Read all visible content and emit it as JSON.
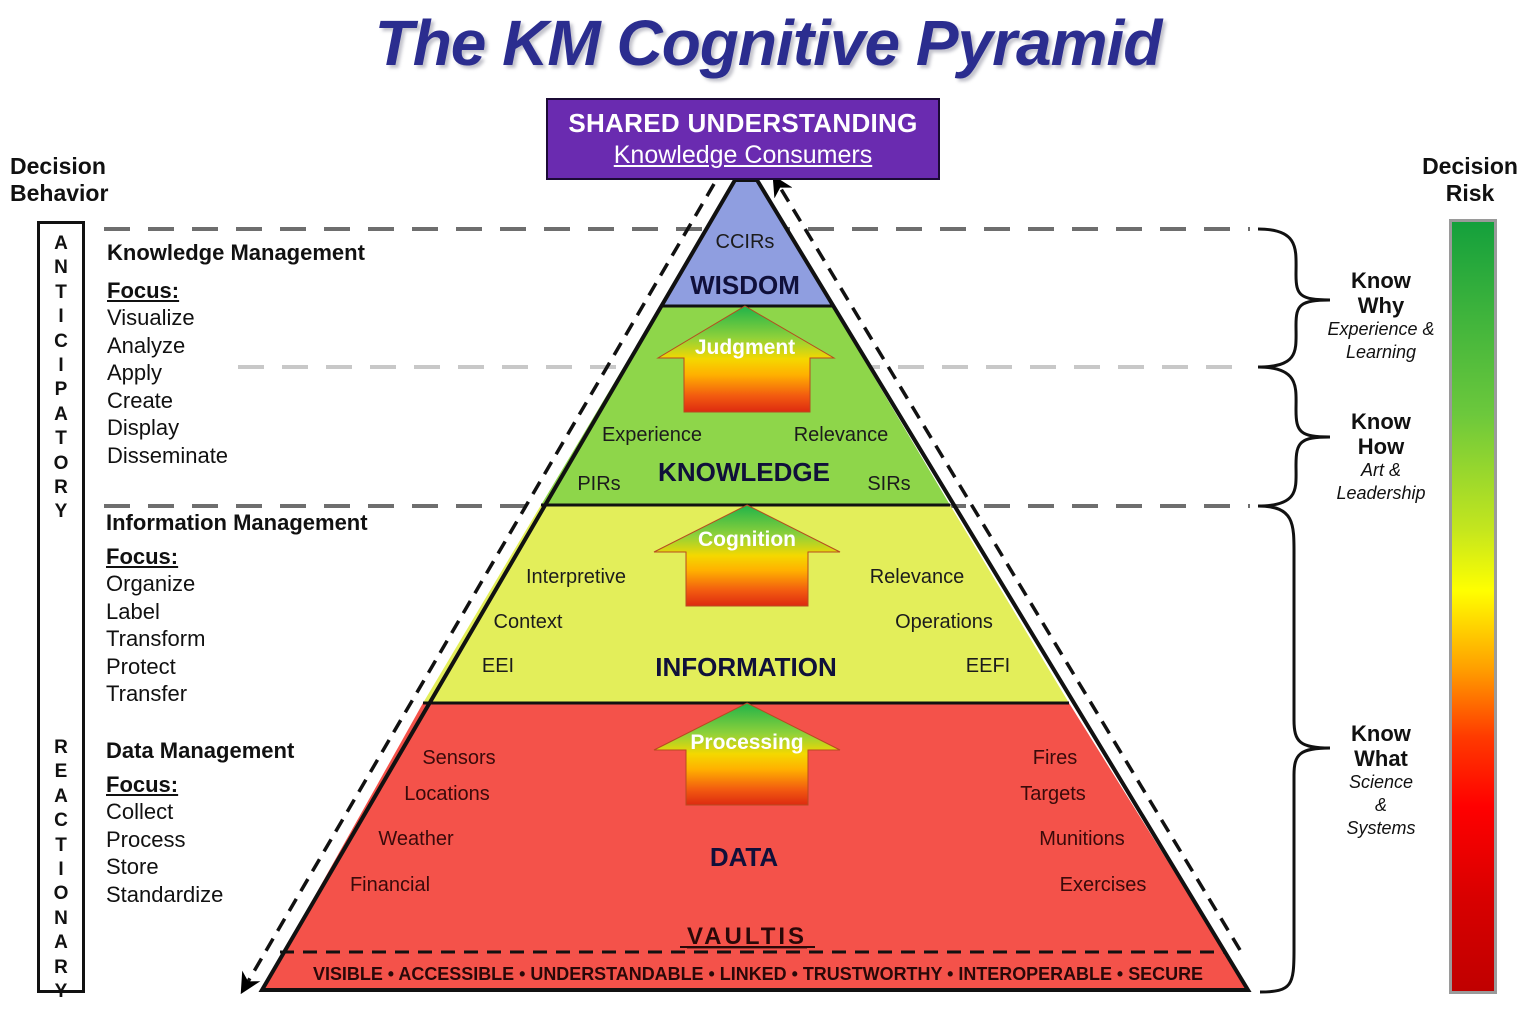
{
  "title": "The KM Cognitive Pyramid",
  "top_box": {
    "line1": "SHARED UNDERSTANDING",
    "line2": "Knowledge Consumers"
  },
  "left_header": {
    "line1": "Decision",
    "line2": "Behavior"
  },
  "right_header": {
    "line1": "Decision",
    "line2": "Risk"
  },
  "behavior_scale": {
    "top": "ANTICIPATORY",
    "bottom": "REACTIONARY"
  },
  "management_sections": [
    {
      "title": "Knowledge Management",
      "focus_label": "Focus:",
      "items": [
        "Visualize",
        "Analyze",
        "Apply",
        "Create",
        "Display",
        "Disseminate"
      ]
    },
    {
      "title": "Information Management",
      "focus_label": "Focus:",
      "items": [
        "Organize",
        "Label",
        "Transform",
        "Protect",
        "Transfer"
      ]
    },
    {
      "title": "Data Management",
      "focus_label": "Focus:",
      "items": [
        "Collect",
        "Process",
        "Store",
        "Standardize"
      ]
    }
  ],
  "pyramid": {
    "layers": [
      {
        "name": "WISDOM",
        "color": "#8f9ee0",
        "labels": [
          "CCIRs"
        ]
      },
      {
        "name": "KNOWLEDGE",
        "color": "#8ed64a",
        "arrow": "Judgment",
        "labels": [
          "Experience",
          "Relevance",
          "PIRs",
          "SIRs"
        ]
      },
      {
        "name": "INFORMATION",
        "color": "#e3ee5a",
        "arrow": "Cognition",
        "labels": [
          "Interpretive",
          "Relevance",
          "Context",
          "Operations",
          "EEI",
          "EEFI"
        ]
      },
      {
        "name": "DATA",
        "color": "#f4524a",
        "arrow": "Processing",
        "labels": [
          "Sensors",
          "Fires",
          "Locations",
          "Targets",
          "Weather",
          "Munitions",
          "Financial",
          "Exercises"
        ]
      }
    ],
    "vaultis": {
      "title": "VAULTIS",
      "attributes": "VISIBLE • ACCESSIBLE • UNDERSTANDABLE • LINKED • TRUSTWORTHY • INTEROPERABLE • SECURE"
    }
  },
  "know_levels": [
    {
      "title1": "Know",
      "title2": "Why",
      "sub": [
        "Experience &",
        "Learning"
      ]
    },
    {
      "title1": "Know",
      "title2": "How",
      "sub": [
        "Art &",
        "Leadership"
      ]
    },
    {
      "title1": "Know",
      "title2": "What",
      "sub": [
        "Science",
        "&",
        "Systems"
      ]
    }
  ],
  "risk_scale": {
    "top_color": "#14a03c",
    "middle_color": "#ffff00",
    "bottom_color": "#c00000"
  }
}
